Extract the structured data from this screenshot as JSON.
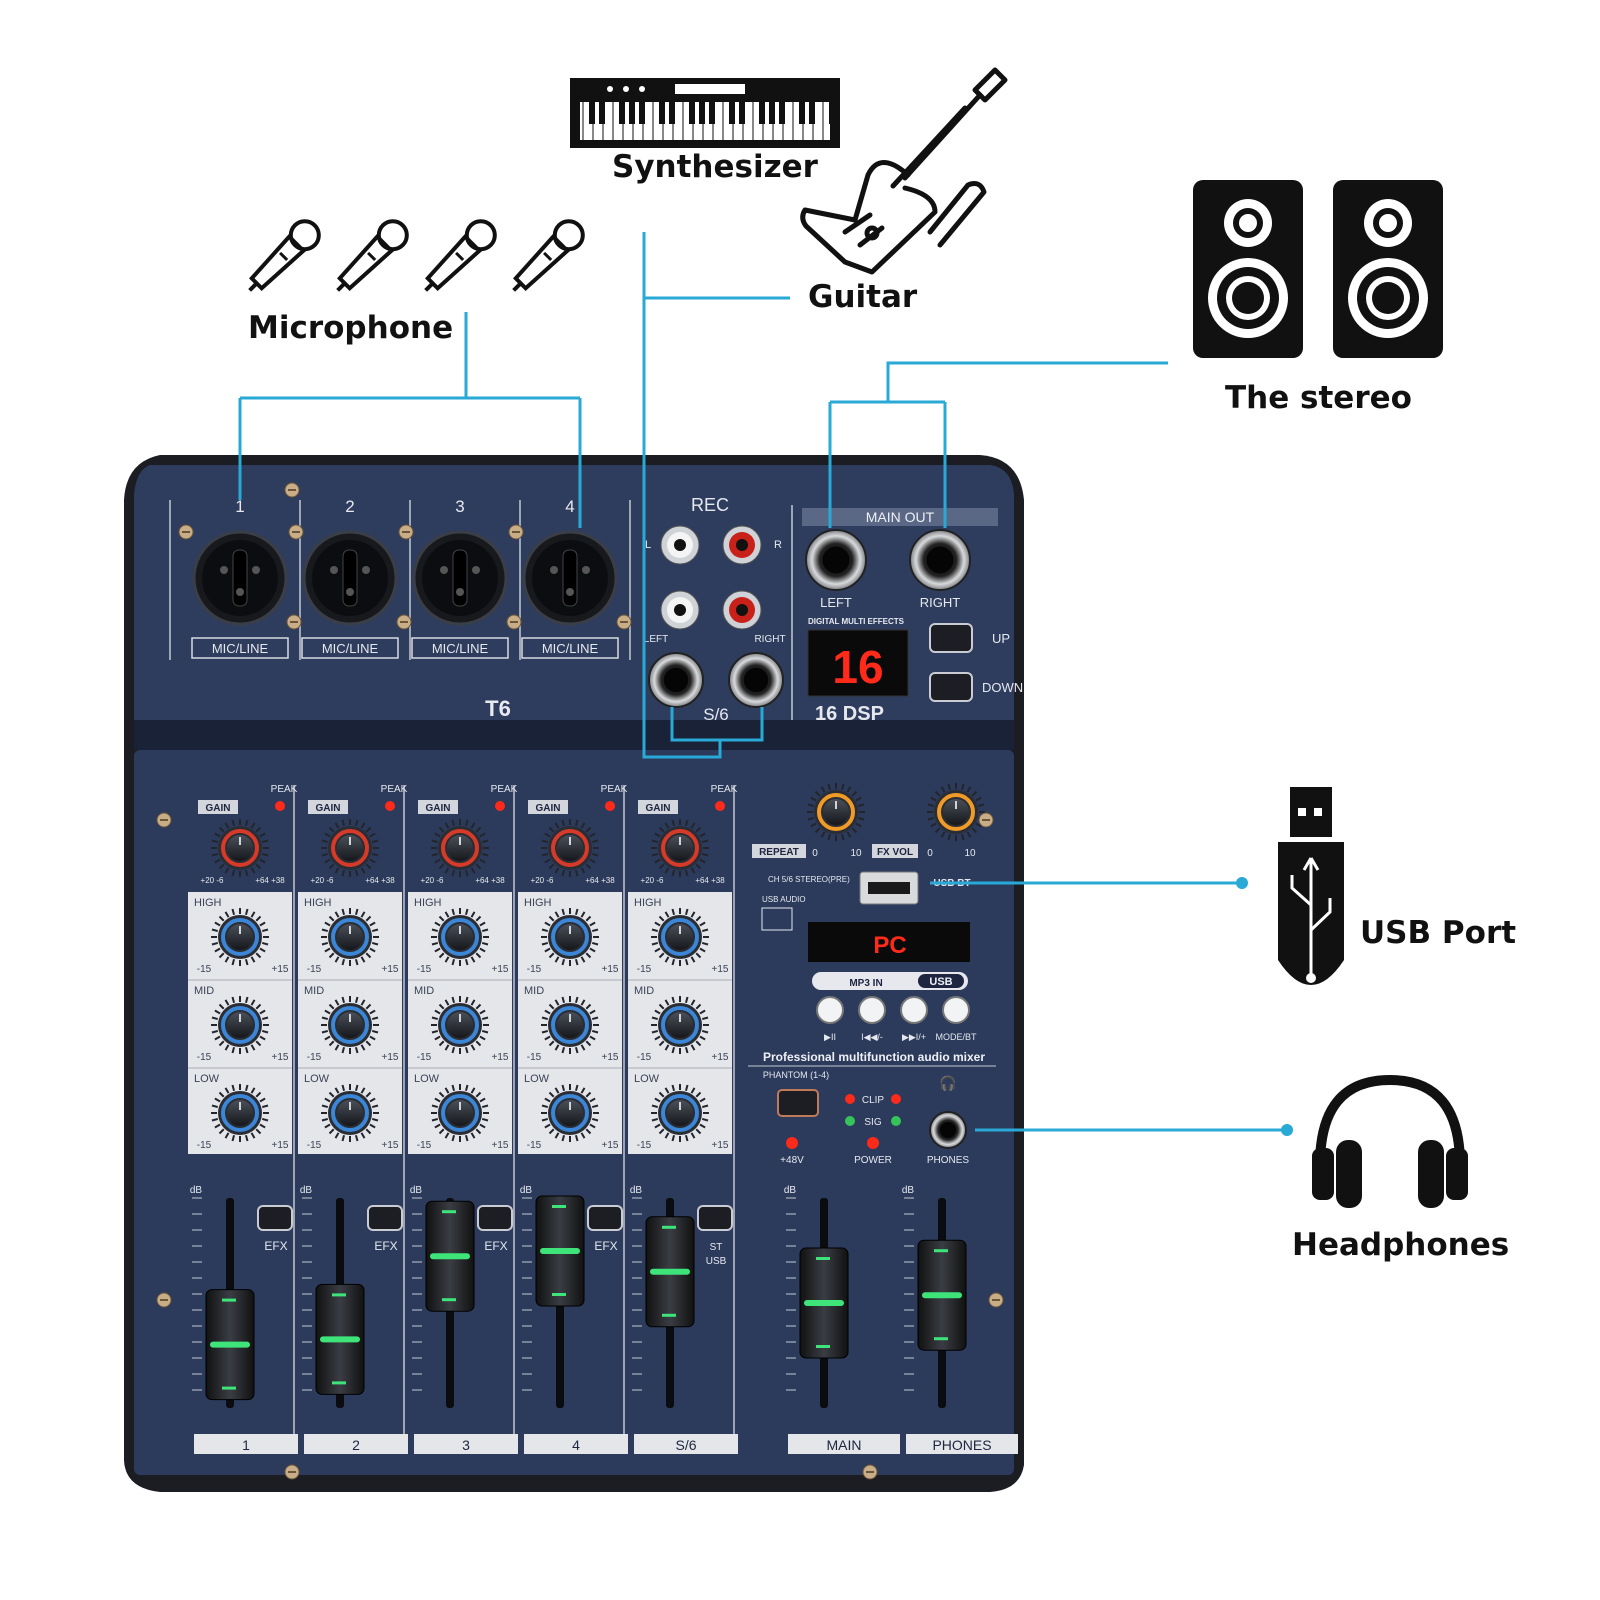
{
  "colors": {
    "panel": "#2c3b5c",
    "panel_dark": "#1f2b45",
    "frame": "#1d1f24",
    "line": "#28a9d6",
    "strip_light": "#e4e6ea",
    "knob_blue": "#3b86d6",
    "knob_red": "#d83a2a",
    "knob_orange": "#f09a27",
    "led_red": "#ff2a1a",
    "fader_green": "#3ee47a"
  },
  "callouts": {
    "synthesizer": "Synthesizer",
    "guitar": "Guitar",
    "microphone": "Microphone",
    "stereo": "The stereo",
    "usb_port": "USB Port",
    "headphones": "Headphones"
  },
  "icons": {
    "synth": "synthesizer-keyboard-icon",
    "guitar": "electric-guitar-icon",
    "mic": "microphone-icon",
    "speaker": "speaker-icon",
    "usb": "usb-drive-icon",
    "headphones": "headphones-icon"
  },
  "mixer": {
    "model": "T6",
    "channels": [
      "1",
      "2",
      "3",
      "4"
    ],
    "mic_line": "MIC/LINE",
    "rec": "REC",
    "rec_l": "L",
    "rec_r": "R",
    "in_left": "LEFT",
    "in_right": "RIGHT",
    "ch56": "S/6",
    "main_out": "MAIN OUT",
    "out_left": "LEFT",
    "out_right": "RIGHT",
    "effects_title": "DIGITAL MULTI EFFECTS",
    "dsp_display": "16",
    "dsp_logo": "16 DSP",
    "up": "UP",
    "down": "DOWN",
    "gain": "GAIN",
    "peak": "PEAK",
    "gain_min": "+20 -6",
    "gain_max": "+64 +38",
    "eq_bands": [
      "HIGH",
      "MID",
      "LOW"
    ],
    "eq_min": "-15",
    "eq_max": "+15",
    "repeat": "REPEAT",
    "fx_vol": "FX VOL",
    "knob_min": "0",
    "knob_max": "10",
    "ch56_note": "CH 5/6 STEREO(PRE)",
    "usb_audio": "USB AUDIO",
    "usb_bt": "USB BT",
    "player_display": "PC",
    "mp3_in": "MP3 IN",
    "usb_label": "USB",
    "player_buttons": [
      "▶II",
      "I◀◀/-",
      "▶▶I/+",
      "MODE/BT"
    ],
    "product_desc": "Professional multifunction audio mixer",
    "phantom": "PHANTOM (1-4)",
    "v48": "+48V",
    "clip": "CLIP",
    "sig": "SIG",
    "power": "POWER",
    "phones_jack": "PHONES",
    "fader_db": "dB",
    "efx": "EFX",
    "st": "ST",
    "usb_small": "USB",
    "fader_labels": [
      "1",
      "2",
      "3",
      "4",
      "S/6",
      "MAIN",
      "PHONES"
    ],
    "fader_levels": [
      0.18,
      0.22,
      0.86,
      0.9,
      0.74,
      0.5,
      0.56
    ]
  }
}
